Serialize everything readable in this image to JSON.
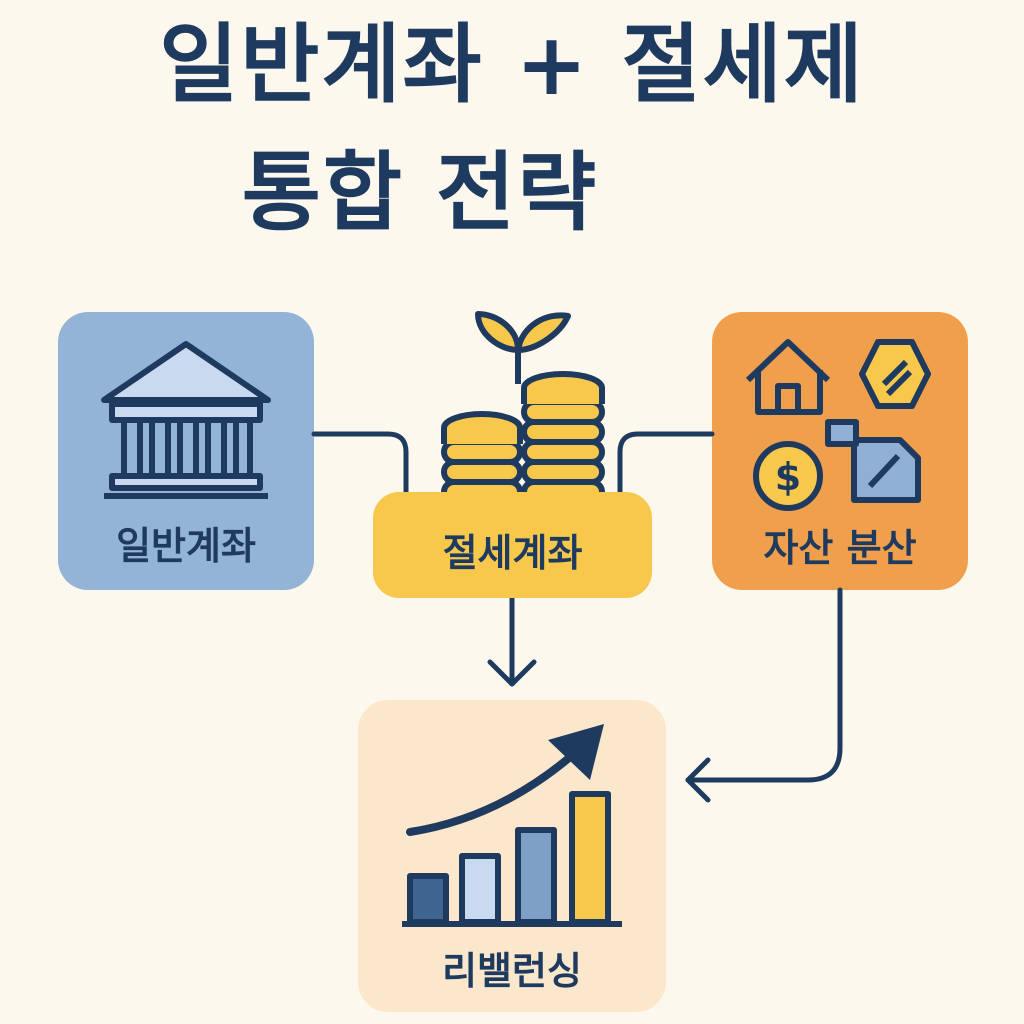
{
  "title": {
    "line1": "일반계좌 + 절세제",
    "line2": "통합 전략"
  },
  "nodes": {
    "general_account": {
      "label": "일반계좌",
      "icon": "bank-icon"
    },
    "tax_saving_account": {
      "label": "절세계좌",
      "icon": "coins-sprout-icon"
    },
    "asset_allocation": {
      "label": "자산 분산",
      "icon": "assets-icon"
    },
    "rebalancing": {
      "label": "리밸런싱",
      "icon": "growth-chart-icon"
    }
  },
  "colors": {
    "navy": "#1f3a5f",
    "blue_card": "#93b4d7",
    "yellow_card": "#f7c84b",
    "orange_card": "#f0a04d",
    "cream_card": "#fbe7cc",
    "background": "#fdf8ee"
  },
  "icons": {
    "asset_symbols": [
      "house-icon",
      "gold-coin-icon",
      "dollar-coin-icon",
      "fuel-can-icon"
    ],
    "rebalance_bars": [
      "navy",
      "light-blue",
      "mid-blue",
      "yellow"
    ],
    "dollar_glyph": "$"
  }
}
